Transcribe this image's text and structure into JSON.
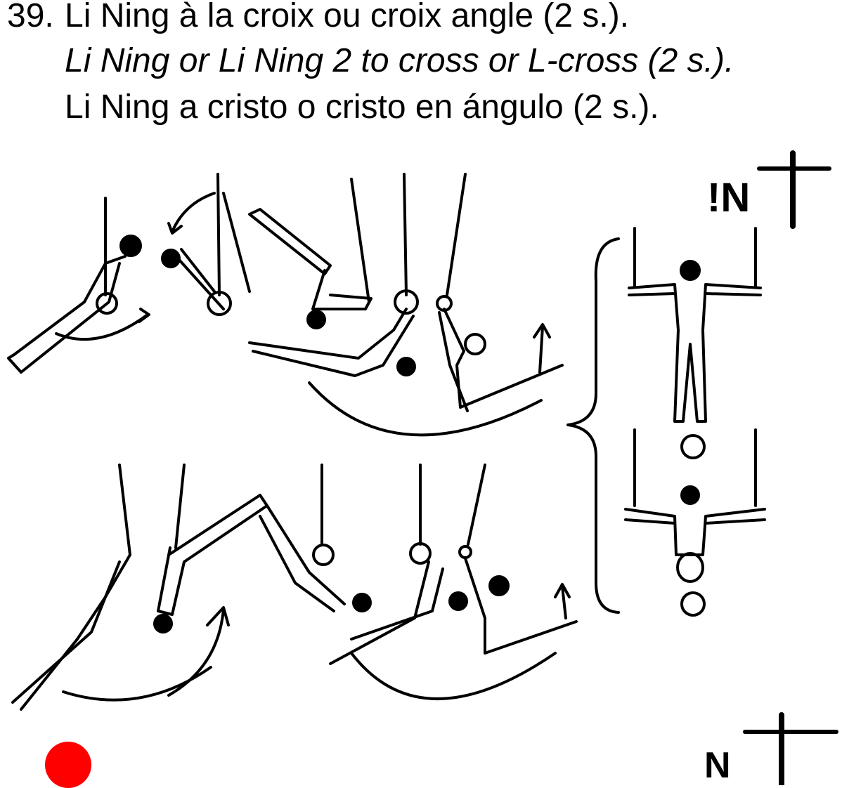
{
  "element": {
    "number": "39.",
    "title_fr": "Li Ning à la croix ou croix angle (2 s.).",
    "title_en": "Li Ning or Li Ning 2 to cross or L-cross (2 s.).",
    "title_es": "Li Ning a cristo o cristo en ángulo (2 s.)."
  },
  "symbols": {
    "top_symbol": "!N",
    "bottom_symbol": "N"
  },
  "colors": {
    "ink": "#000000",
    "marker": "#ff0000"
  }
}
